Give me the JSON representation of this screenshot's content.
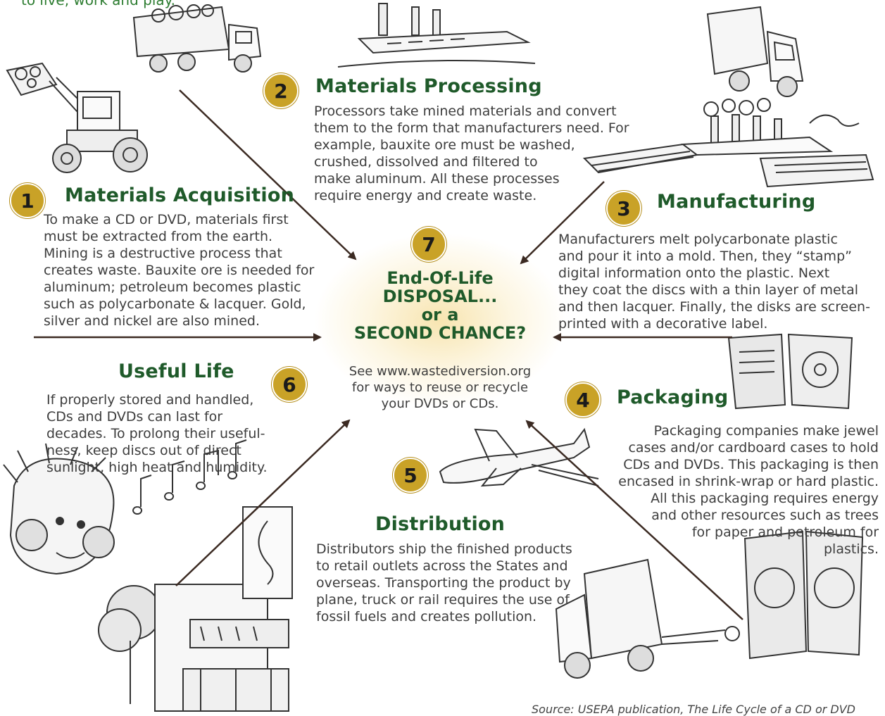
{
  "intro_text": "to live, work and play.",
  "stages": [
    {
      "number": "1",
      "title": "Materials Acquisition",
      "body": "To make a CD or DVD, materials first\nmust be extracted from the earth.\nMining is a destructive process that\ncreates waste. Bauxite ore is needed for\naluminum; petroleum becomes plastic\nsuch as polycarbonate & lacquer. Gold,\nsilver and nickel are also mined."
    },
    {
      "number": "2",
      "title": "Materials Processing",
      "body": "Processors take mined materials and convert\nthem to the form that manufacturers need. For\nexample, bauxite ore must be washed,\ncrushed, dissolved and filtered to\nmake aluminum. All these processes\nrequire energy and create waste."
    },
    {
      "number": "3",
      "title": "Manufacturing",
      "body": "Manufacturers melt polycarbonate plastic\nand pour it into a mold. Then, they “stamp”\ndigital information  onto the plastic. Next\nthey coat the discs with a thin layer of metal\nand then lacquer. Finally, the disks are screen-\nprinted with a decorative label."
    },
    {
      "number": "4",
      "title": "Packaging",
      "body": "Packaging companies make jewel\ncases and/or cardboard cases to hold\nCDs and DVDs. This packaging is then\nencased in shrink-wrap or hard plastic.\nAll this packaging requires energy\nand other resources such as trees\nfor paper and petroleum for\nplastics."
    },
    {
      "number": "5",
      "title": "Distribution",
      "body": "Distributors ship the finished products\nto retail outlets across the States and\noverseas. Transporting the product by\nplane, truck or rail requires the use of\nfossil fuels and creates pollution."
    },
    {
      "number": "6",
      "title": "Useful Life",
      "body": "If properly stored and handled,\nCDs and DVDs can last for\ndecades. To prolong their useful-\nness, keep discs out of direct\nsunlight, high heat and humidity."
    }
  ],
  "center": {
    "number": "7",
    "title": "End-Of-Life\nDISPOSAL...\nor a\nSECOND CHANCE?",
    "body": "See www.wastediversion.org\nfor ways to reuse or recycle\nyour DVDs or CDs."
  },
  "source": "Source: USEPA publication, The Life Cycle of a CD or DVD",
  "colors": {
    "title_green": "#1f5a2a",
    "badge_gold": "#c9a227",
    "arrow": "#3b2a22"
  },
  "illustrations": [
    "front-loader-icon",
    "dump-truck-icon",
    "factory-icon",
    "delivery-truck-icon",
    "manufacturing-plant-icon",
    "cd-cases-icon",
    "airplane-icon",
    "music-listener-icon",
    "music-store-icon",
    "van-with-cases-icon"
  ]
}
